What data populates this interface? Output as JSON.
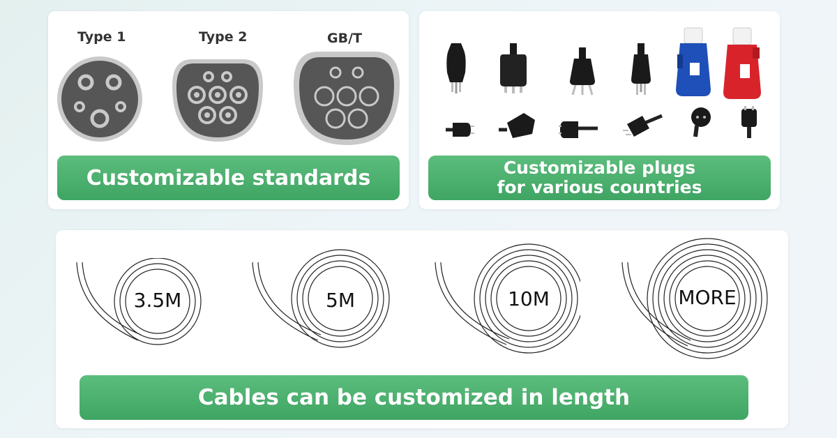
{
  "standards": {
    "types": [
      "Type 1",
      "Type 2",
      "GB/T"
    ],
    "banner": "Customizable standards"
  },
  "plugs": {
    "banner_line1": "Customizable plugs",
    "banner_line2": "for various countries"
  },
  "cables": {
    "lengths": [
      "3.5M",
      "5M",
      "10M",
      "MORE"
    ],
    "banner": "Cables can be customized in length"
  },
  "colors": {
    "banner_green": "#4caf6e",
    "connector_dark": "#555555",
    "connector_ring": "#c8c8c8",
    "plug_blue": "#1f4fb8",
    "plug_red": "#d9232b"
  },
  "icons": [
    "type1-connector-icon",
    "type2-connector-icon",
    "gbt-connector-icon",
    "us-plug-icon",
    "uk-plug-icon",
    "au-plug-icon",
    "eu-plug-icon",
    "industrial-blue-plug-icon",
    "industrial-red-plug-icon",
    "cable-coil-icon"
  ]
}
